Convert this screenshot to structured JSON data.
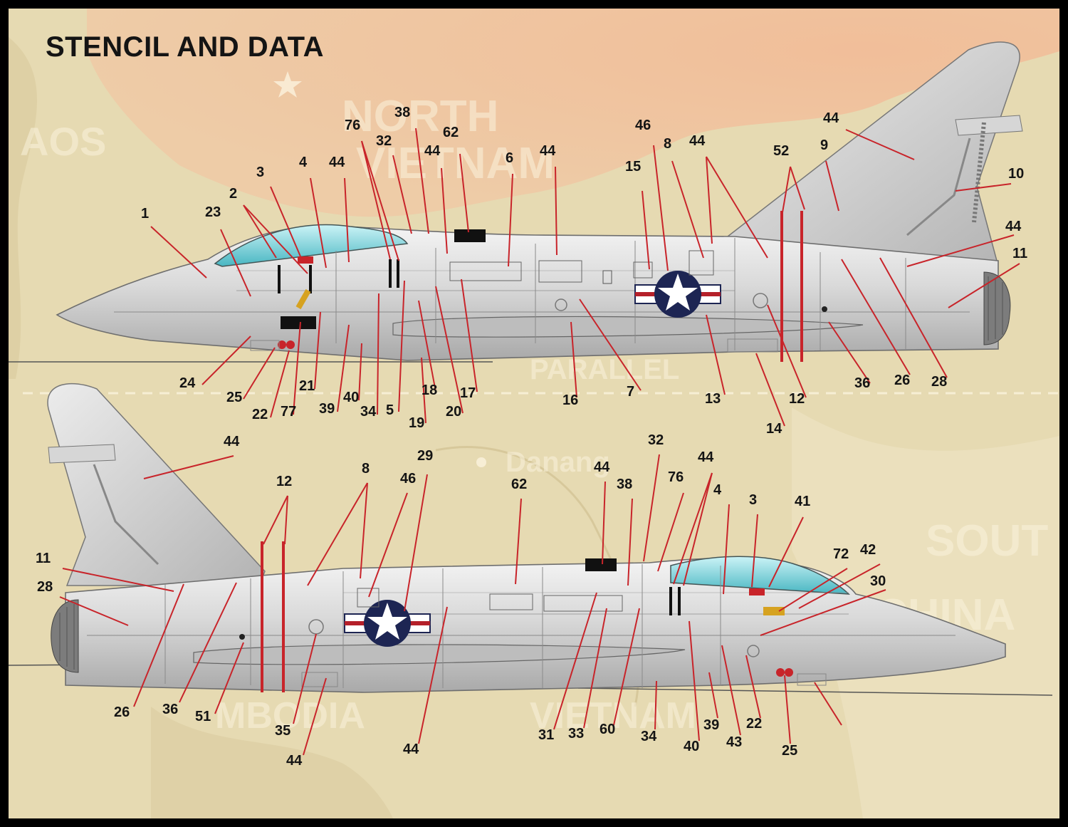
{
  "title": "STENCIL AND DATA",
  "map_labels": [
    {
      "text": "NORTH"
    },
    {
      "text": "VIETNAM"
    },
    {
      "text": "AOS"
    },
    {
      "text": "PARALLEL"
    },
    {
      "text": "Danang"
    },
    {
      "text": "SOUT"
    },
    {
      "text": "CHINA"
    },
    {
      "text": "VIETNAM"
    },
    {
      "text": "MBODIA"
    }
  ],
  "top_callouts": [
    "1",
    "23",
    "2",
    "3",
    "4",
    "44",
    "76",
    "38",
    "32",
    "62",
    "44",
    "6",
    "44",
    "15",
    "46",
    "8",
    "44",
    "52",
    "9",
    "44",
    "10",
    "44",
    "11",
    "24",
    "25",
    "22",
    "77",
    "21",
    "39",
    "40",
    "34",
    "5",
    "19",
    "18",
    "20",
    "17",
    "16",
    "7",
    "13",
    "12",
    "14",
    "36",
    "26",
    "28"
  ],
  "bottom_callouts": [
    "44",
    "11",
    "28",
    "26",
    "36",
    "51",
    "12",
    "35",
    "44",
    "8",
    "46",
    "29",
    "44",
    "62",
    "44",
    "38",
    "32",
    "76",
    "44",
    "4",
    "3",
    "41",
    "72",
    "42",
    "30",
    "31",
    "33",
    "60",
    "34",
    "40",
    "39",
    "43",
    "22",
    "25"
  ],
  "insignia_colors": {
    "blue": "#1d2553",
    "red": "#b5202a",
    "white": "#ffffff"
  },
  "stripe_color": "#c8242a"
}
